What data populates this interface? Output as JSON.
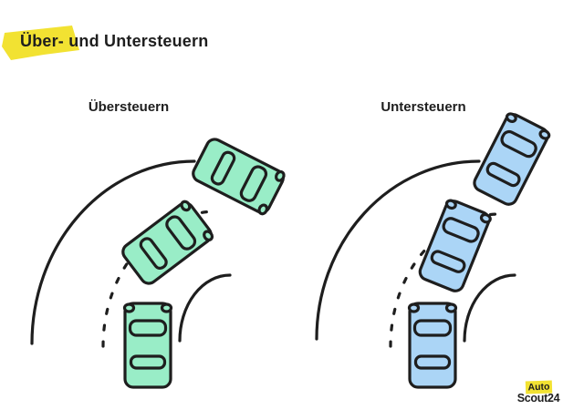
{
  "header": {
    "title": "Über- und Untersteuern"
  },
  "panels": {
    "left": {
      "label": "Übersteuern"
    },
    "right": {
      "label": "Untersteuern"
    }
  },
  "logo": {
    "auto": "Auto",
    "scout": "Scout24"
  },
  "colors": {
    "background": "#ffffff",
    "ink": "#1e1e1e",
    "highlight_yellow": "#f2e232",
    "car_green": "#99edc7",
    "car_blue": "#abd5f6"
  }
}
